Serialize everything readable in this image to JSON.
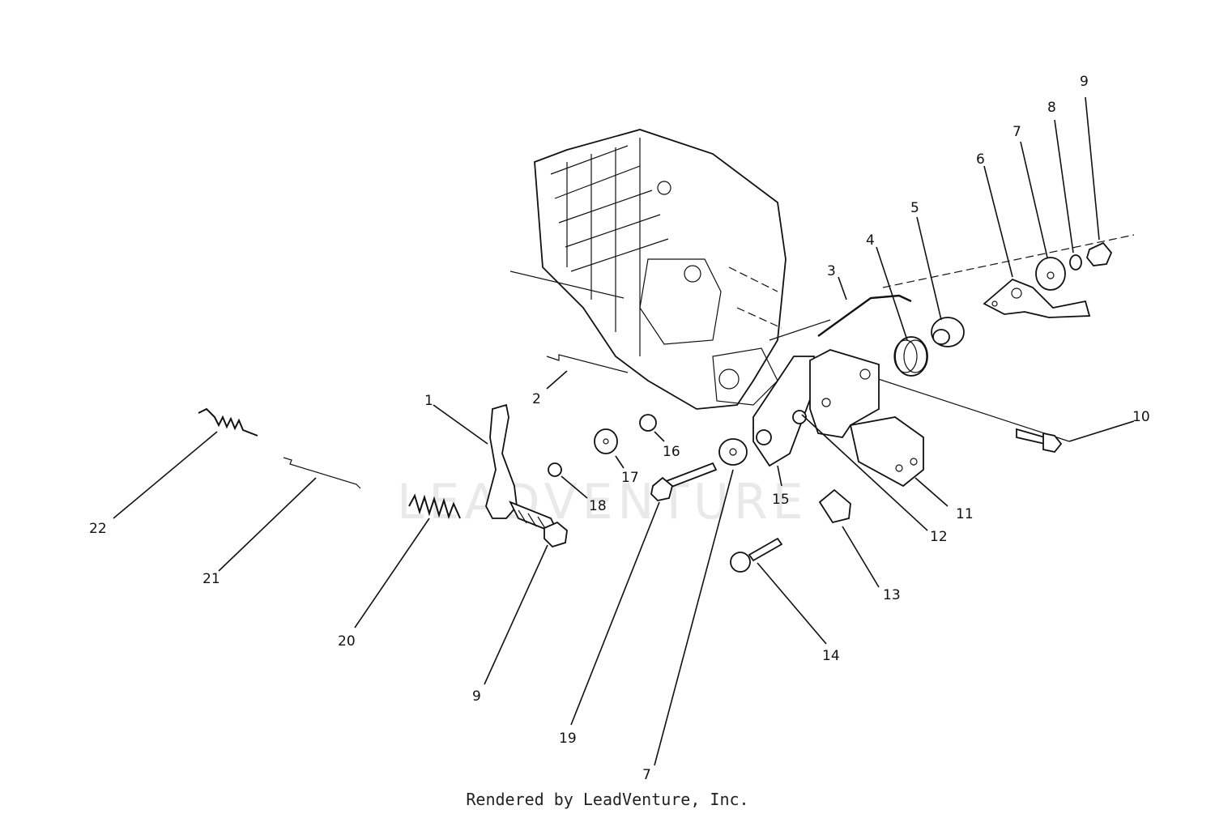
{
  "diagram": {
    "watermark": "LEADVENTURE",
    "callouts": [
      {
        "id": "c1",
        "label": "1"
      },
      {
        "id": "c2",
        "label": "2"
      },
      {
        "id": "c3",
        "label": "3"
      },
      {
        "id": "c4",
        "label": "4"
      },
      {
        "id": "c5",
        "label": "5"
      },
      {
        "id": "c6",
        "label": "6"
      },
      {
        "id": "c7a",
        "label": "7"
      },
      {
        "id": "c8",
        "label": "8"
      },
      {
        "id": "c9a",
        "label": "9"
      },
      {
        "id": "c10",
        "label": "10"
      },
      {
        "id": "c11",
        "label": "11"
      },
      {
        "id": "c12",
        "label": "12"
      },
      {
        "id": "c13",
        "label": "13"
      },
      {
        "id": "c14",
        "label": "14"
      },
      {
        "id": "c15",
        "label": "15"
      },
      {
        "id": "c16",
        "label": "16"
      },
      {
        "id": "c17",
        "label": "17"
      },
      {
        "id": "c18",
        "label": "18"
      },
      {
        "id": "c9b",
        "label": "9"
      },
      {
        "id": "c19",
        "label": "19"
      },
      {
        "id": "c7b",
        "label": "7"
      },
      {
        "id": "c20",
        "label": "20"
      },
      {
        "id": "c21",
        "label": "21"
      },
      {
        "id": "c22",
        "label": "22"
      }
    ]
  },
  "footer": {
    "text": "Rendered by LeadVenture, Inc."
  }
}
